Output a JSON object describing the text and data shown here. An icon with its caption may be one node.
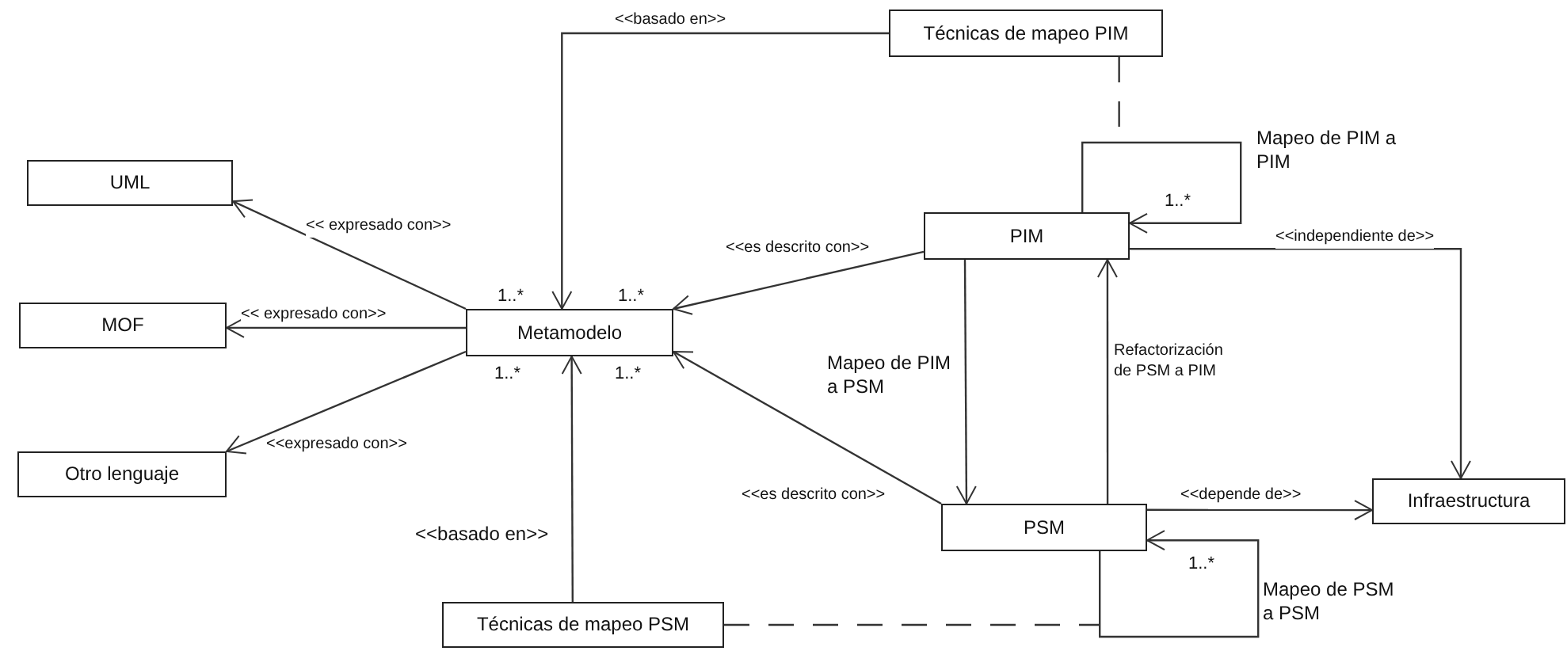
{
  "diagram": {
    "nodes": [
      {
        "text": [
          "Técnicas de mapeo PIM"
        ]
      },
      {
        "text": [
          "UML"
        ]
      },
      {
        "text": [
          "MOF"
        ]
      },
      {
        "text": [
          "Metamodelo"
        ]
      },
      {
        "text": [
          "PIM"
        ]
      },
      {
        "text": [
          "Otro lenguaje"
        ]
      },
      {
        "text": [
          "Infraestructura"
        ]
      },
      {
        "text": [
          "PSM"
        ]
      },
      {
        "text": [
          "Técnicas de mapeo PSM"
        ]
      }
    ],
    "edges": [
      {
        "from": 0,
        "to": 3,
        "arrow": "to",
        "label": "<<basado en>>"
      },
      {
        "from": 3,
        "to": 1,
        "arrow": "to",
        "label": "<< expresado con>>"
      },
      {
        "from": 3,
        "to": 2,
        "arrow": "to",
        "label": "<< expresado con>>"
      },
      {
        "from": 3,
        "to": 5,
        "arrow": "to",
        "label": "<<expresado con>>"
      },
      {
        "from": 4,
        "to": 3,
        "arrow": "to",
        "label": "<<es descrito con>>"
      },
      {
        "from": 7,
        "to": 3,
        "arrow": "to",
        "label": "<<es descrito con>>"
      },
      {
        "from": 8,
        "to": 3,
        "arrow": "to",
        "label": "<<basado en>>"
      },
      {
        "from": 4,
        "to": 7,
        "arrow": "to",
        "label": "Mapeo de PIM a PSM"
      },
      {
        "from": 7,
        "to": 4,
        "arrow": "to",
        "label": "Refactorización de PSM a PIM"
      },
      {
        "from": 4,
        "to": 6,
        "arrow": "to",
        "label": "<<independiente de>>"
      },
      {
        "from": 7,
        "to": 6,
        "arrow": "to",
        "label": "<<depende de>>"
      },
      {
        "from": 4,
        "to": 4,
        "arrow": "to",
        "label": "Mapeo de PIM a PIM"
      },
      {
        "from": 7,
        "to": 7,
        "arrow": "to",
        "label": "Mapeo de PSM a PSM"
      },
      {
        "from": 0,
        "to": null,
        "arrow": "none",
        "style": "dashed"
      },
      {
        "from": 8,
        "to": null,
        "arrow": "none",
        "style": "dashed"
      }
    ],
    "labels": [
      "1..*",
      "1..*",
      "1..*",
      "1..*",
      "1..*",
      "1..*"
    ]
  }
}
